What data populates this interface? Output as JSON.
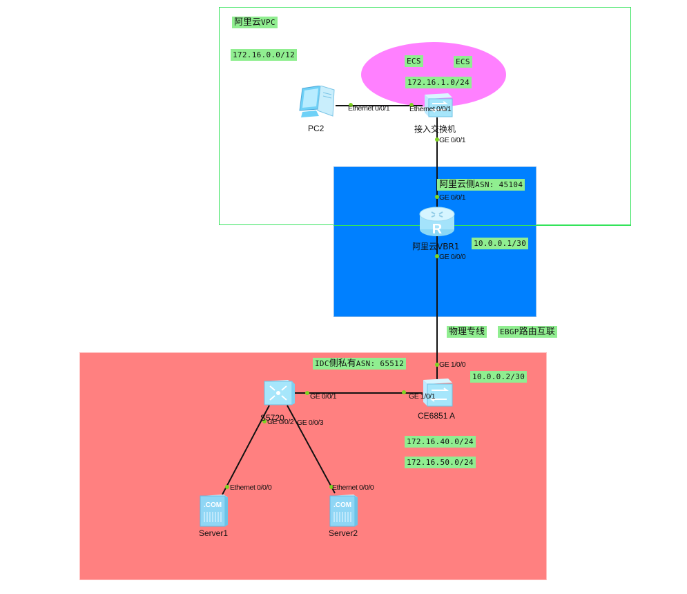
{
  "zones": {
    "vpc": {
      "title_cjk": "阿里云",
      "title_latin": "VPC",
      "cidr": "172.16.0.0/12",
      "border_color": "#33e35a"
    },
    "vbr": {
      "fill_color": "#0080ff"
    },
    "idc": {
      "fill_color": "#ff8080"
    },
    "ecs_group": {
      "fill_color": "#ff80ff",
      "members": [
        "ECS",
        "ECS"
      ],
      "cidr": "172.16.1.0/24"
    }
  },
  "devices": {
    "pc2": {
      "name": "PC2",
      "icon": "pc-icon"
    },
    "access_switch": {
      "name": "接入交换机",
      "icon": "switch-icon"
    },
    "vbr1": {
      "name": "阿里云VBR1",
      "icon": "router-icon"
    },
    "ce6851": {
      "name": "CE6851 A",
      "icon": "switch-icon"
    },
    "s5720": {
      "name": "S5720",
      "icon": "l3-switch-icon"
    },
    "server1": {
      "name": "Server1",
      "icon": "server-icon",
      "badge": ".COM"
    },
    "server2": {
      "name": "Server2",
      "icon": "server-icon",
      "badge": ".COM"
    }
  },
  "ports": {
    "pc2_eth": "Ethernet 0/0/1",
    "sw_eth": "Ethernet 0/0/1",
    "sw_ge": "GE 0/0/1",
    "vbr_ge1": "GE 0/0/1",
    "vbr_ge0": "GE 0/0/0",
    "ce_ge100": "GE 1/0/0",
    "ce_ge101": "GE 1/0/1",
    "s5720_ge1": "GE 0/0/1",
    "s5720_ge2": "GE 0/0/2",
    "s5720_ge3": "GE 0/0/3",
    "server1_eth": "Ethernet 0/0/0",
    "server2_eth": "Ethernet 0/0/0"
  },
  "annotations": {
    "aliyun_asn_cjk": "阿里云侧",
    "aliyun_asn_latin": "ASN: 45104",
    "vbr_ip": "10.0.0.1/30",
    "physical_line": "物理专线",
    "ebgp_latin": "EBGP",
    "ebgp_cjk": "路由互联",
    "idc_asn_latin1": "IDC",
    "idc_asn_cjk": "侧私有",
    "idc_asn_latin2": "ASN:  65512",
    "ce_ip": "10.0.0.2/30",
    "net40": "172.16.40.0/24",
    "net50": "172.16.50.0/24"
  },
  "colors": {
    "tag_bg": "#90ee90",
    "port_dot": "#7ed321",
    "wire": "#111111"
  }
}
